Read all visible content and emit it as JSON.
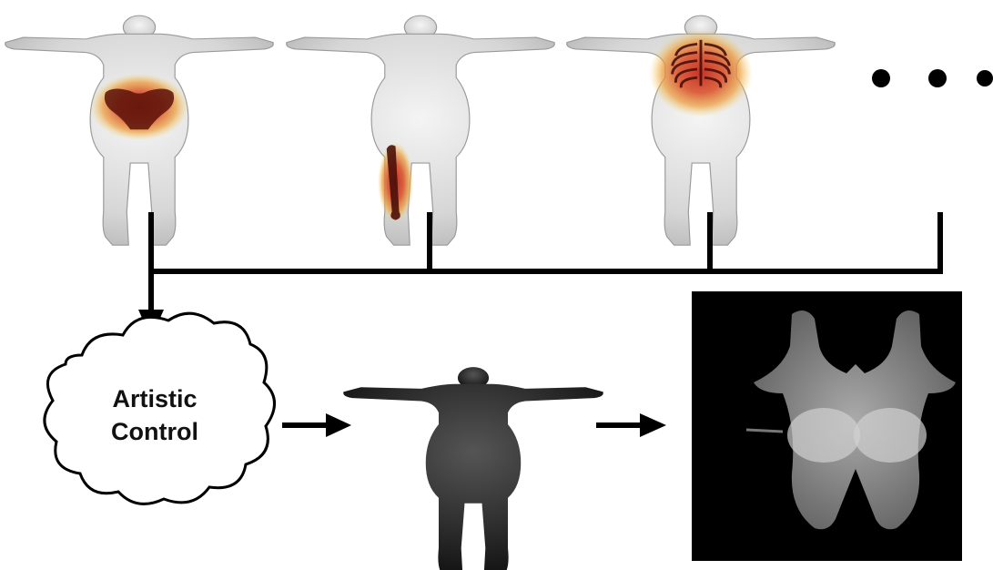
{
  "cloud": {
    "line1": "Artistic",
    "line2": "Control"
  },
  "ellipsis": "• • •",
  "colors": {
    "heat_core": "#c8261a",
    "heat_mid": "#e6762a",
    "heat_edge": "#f5c14a",
    "mesh": "#d9d9d9",
    "connector": "#000000",
    "uv_background": "#000000"
  },
  "heat_regions": [
    "pelvis",
    "femur",
    "ribcage"
  ]
}
